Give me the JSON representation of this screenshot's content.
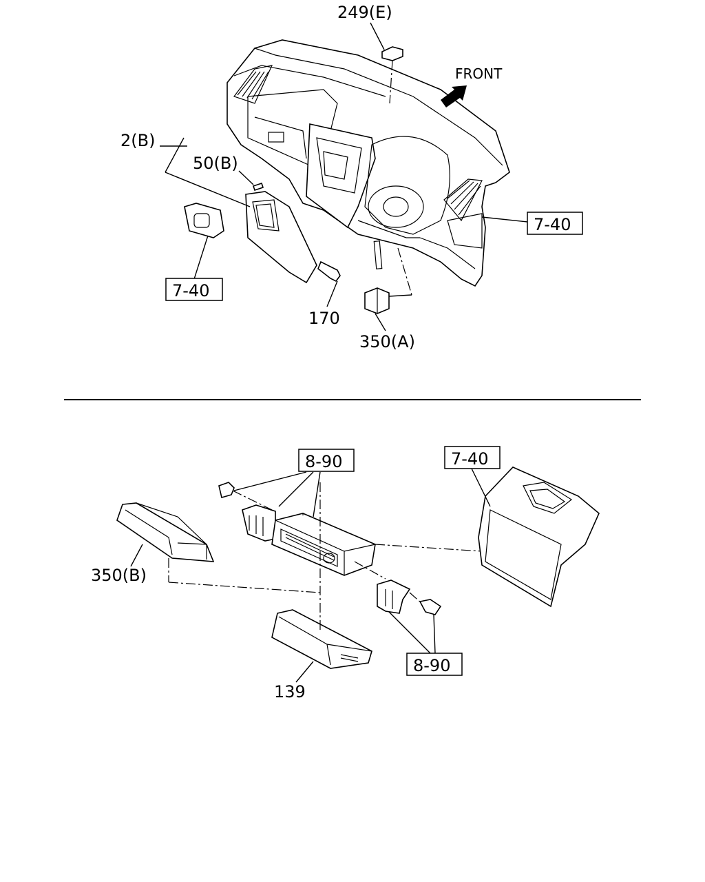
{
  "labels": {
    "bracket_249e": "249(E)",
    "front": "FRONT",
    "panel_2b": "2(B)",
    "screw_50b": "50(B)",
    "ref_7_40_right": "7-40",
    "ref_7_40_left": "7-40",
    "screw_170": "170",
    "switch_350a": "350(A)",
    "ref_8_90_top": "8-90",
    "ref_7_40_bottom": "7-40",
    "pocket_350b": "350(B)",
    "ref_8_90_bottom": "8-90",
    "pocket_139": "139"
  }
}
